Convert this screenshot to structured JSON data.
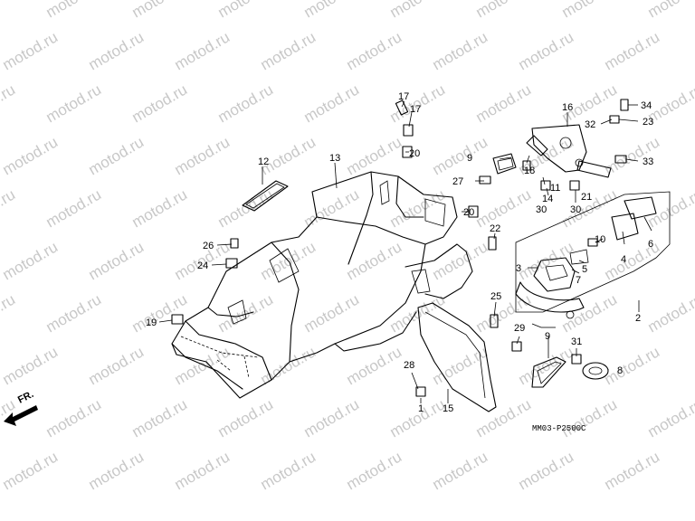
{
  "watermark": "motod.ru",
  "direction_label": "FR.",
  "diagram_code": "MM03-P2500C",
  "callouts": {
    "c1": "1",
    "c2": "2",
    "c3": "3",
    "c4": "4",
    "c5": "5",
    "c6": "6",
    "c7": "7",
    "c8": "8",
    "c9a": "9",
    "c9b": "9",
    "c10": "10",
    "c11": "11",
    "c12": "12",
    "c13": "13",
    "c14": "14",
    "c15": "15",
    "c16": "16",
    "c17a": "17",
    "c17b": "17",
    "c18": "18",
    "c19": "19",
    "c20a": "20",
    "c20b": "20",
    "c21": "21",
    "c22": "22",
    "c23": "23",
    "c24": "24",
    "c25": "25",
    "c26": "26",
    "c27": "27",
    "c28": "28",
    "c29": "29",
    "c30a": "30",
    "c30b": "30",
    "c31": "31",
    "c32": "32",
    "c33": "33",
    "c34": "34"
  }
}
